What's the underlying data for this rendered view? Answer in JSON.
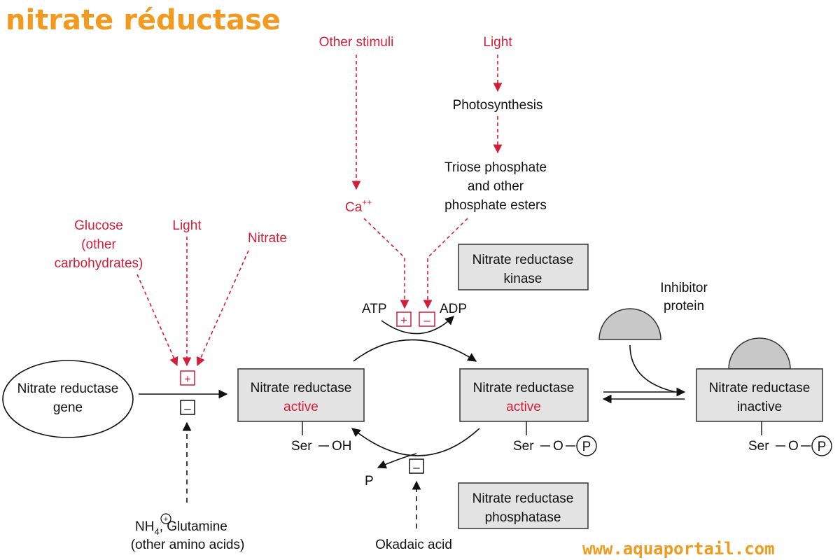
{
  "title": "nitrate réductase",
  "watermark": "www.aquaportail.com",
  "colors": {
    "regulator_red": "#d11f3a",
    "title_orange": "#f29a1f",
    "box_grey": "#e3e3e3"
  },
  "nodes": {
    "gene": [
      "Nitrate reductase",
      "gene"
    ],
    "active_left": {
      "name": "Nitrate reductase",
      "state": "active",
      "group": "Ser",
      "group_end": "OH"
    },
    "active_right": {
      "name": "Nitrate reductase",
      "state": "active",
      "group": "Ser",
      "group_mid": "O",
      "phospho": "P"
    },
    "inactive": {
      "name": "Nitrate reductase",
      "state": "inactive",
      "group": "Ser",
      "group_mid": "O",
      "phospho": "P"
    },
    "kinase": [
      "Nitrate reductase",
      "kinase"
    ],
    "phosphatase": [
      "Nitrate reductase",
      "phosphatase"
    ]
  },
  "regulators": {
    "other_stimuli": "Other stimuli",
    "light_top": "Light",
    "photosynthesis": "Photosynthesis",
    "triose": [
      "Triose phosphate",
      "and other",
      "phosphate esters"
    ],
    "calcium": "Ca",
    "calcium_charge": "++",
    "glucose": [
      "Glucose",
      "(other",
      "carbohydrates)"
    ],
    "light_left": "Light",
    "nitrate": "Nitrate",
    "nh4": "NH",
    "nh4_sub": "4",
    "nh4_charge": "+",
    "glutamine": ", Glutamine",
    "amino_acids": "(other amino acids)",
    "okadaic": "Okadaic acid",
    "inhibitor": [
      "Inhibitor",
      "protein"
    ]
  },
  "cycle": {
    "atp": "ATP",
    "adp": "ADP",
    "pi": "P"
  },
  "signs": {
    "plus": "+",
    "minus": "–"
  }
}
